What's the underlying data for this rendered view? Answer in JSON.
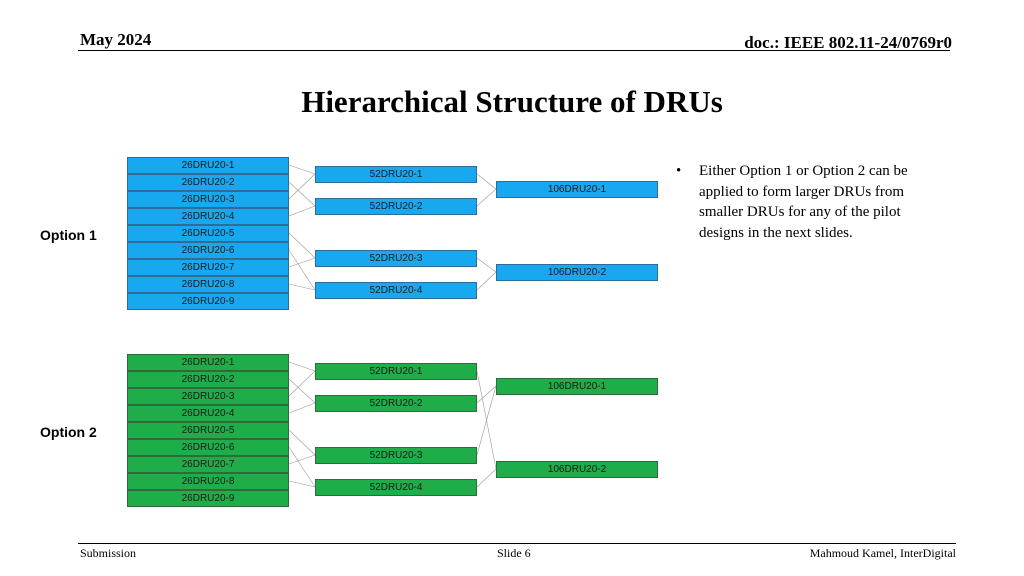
{
  "header": {
    "date": "May 2024",
    "doc": "doc.: IEEE 802.11-24/0769r0"
  },
  "title": "Hierarchical Structure of DRUs",
  "bullet": {
    "marker": "•",
    "text": "Either Option 1 or Option 2 can be applied to form larger DRUs from smaller DRUs for any of the pilot designs in the next slides."
  },
  "options": [
    {
      "label": "Option 1",
      "color": "#17a8f0",
      "dru26": [
        "26DRU20-1",
        "26DRU20-2",
        "26DRU20-3",
        "26DRU20-4",
        "26DRU20-5",
        "26DRU20-6",
        "26DRU20-7",
        "26DRU20-8",
        "26DRU20-9"
      ],
      "dru52": [
        "52DRU20-1",
        "52DRU20-2",
        "52DRU20-3",
        "52DRU20-4"
      ],
      "dru106": [
        "106DRU20-1",
        "106DRU20-2"
      ]
    },
    {
      "label": "Option 2",
      "color": "#1fad4a",
      "dru26": [
        "26DRU20-1",
        "26DRU20-2",
        "26DRU20-3",
        "26DRU20-4",
        "26DRU20-5",
        "26DRU20-6",
        "26DRU20-7",
        "26DRU20-8",
        "26DRU20-9"
      ],
      "dru52": [
        "52DRU20-1",
        "52DRU20-2",
        "52DRU20-3",
        "52DRU20-4"
      ],
      "dru106": [
        "106DRU20-1",
        "106DRU20-2"
      ]
    }
  ],
  "footer": {
    "left": "Submission",
    "center": "Slide 6",
    "right": "Mahmoud Kamel, InterDigital"
  }
}
